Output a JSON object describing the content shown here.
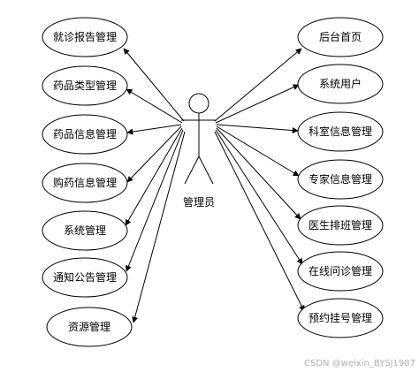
{
  "actor": {
    "label": "管理员"
  },
  "left_use_cases": [
    {
      "label": "就诊报告管理"
    },
    {
      "label": "药品类型管理"
    },
    {
      "label": "药品信息管理"
    },
    {
      "label": "购药信息管理"
    },
    {
      "label": "系统管理"
    },
    {
      "label": "通知公告管理"
    },
    {
      "label": "资源管理"
    }
  ],
  "right_use_cases": [
    {
      "label": "后台首页"
    },
    {
      "label": "系统用户"
    },
    {
      "label": "科室信息管理"
    },
    {
      "label": "专家信息管理"
    },
    {
      "label": "医生排班管理"
    },
    {
      "label": "在线问诊管理"
    },
    {
      "label": "预约挂号管理"
    }
  ],
  "watermark": "CSDN @weixin_BYSJ1987"
}
